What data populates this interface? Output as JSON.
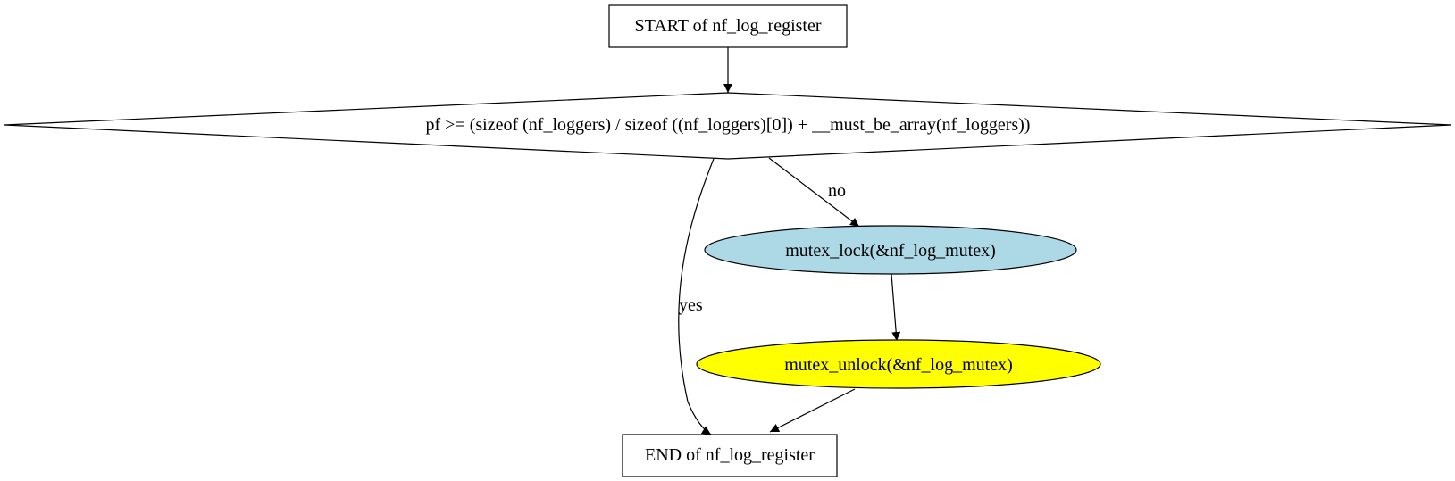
{
  "diagram": {
    "nodes": [
      {
        "id": "start",
        "label": "START of nf_log_register",
        "shape": "box",
        "fill": "#ffffff"
      },
      {
        "id": "cond",
        "label": "pf >= (sizeof (nf_loggers) / sizeof ((nf_loggers)[0]) + __must_be_array(nf_loggers))",
        "shape": "diamond",
        "fill": "#ffffff"
      },
      {
        "id": "lock",
        "label": "mutex_lock(&nf_log_mutex)",
        "shape": "ellipse",
        "fill": "#add8e6"
      },
      {
        "id": "unlock",
        "label": "mutex_unlock(&nf_log_mutex)",
        "shape": "ellipse",
        "fill": "#ffff00"
      },
      {
        "id": "end",
        "label": "END of nf_log_register",
        "shape": "box",
        "fill": "#ffffff"
      }
    ],
    "edges": [
      {
        "from": "start",
        "to": "cond",
        "label": ""
      },
      {
        "from": "cond",
        "to": "lock",
        "label": "no"
      },
      {
        "from": "cond",
        "to": "end",
        "label": "yes"
      },
      {
        "from": "lock",
        "to": "unlock",
        "label": ""
      },
      {
        "from": "unlock",
        "to": "end",
        "label": ""
      }
    ]
  }
}
